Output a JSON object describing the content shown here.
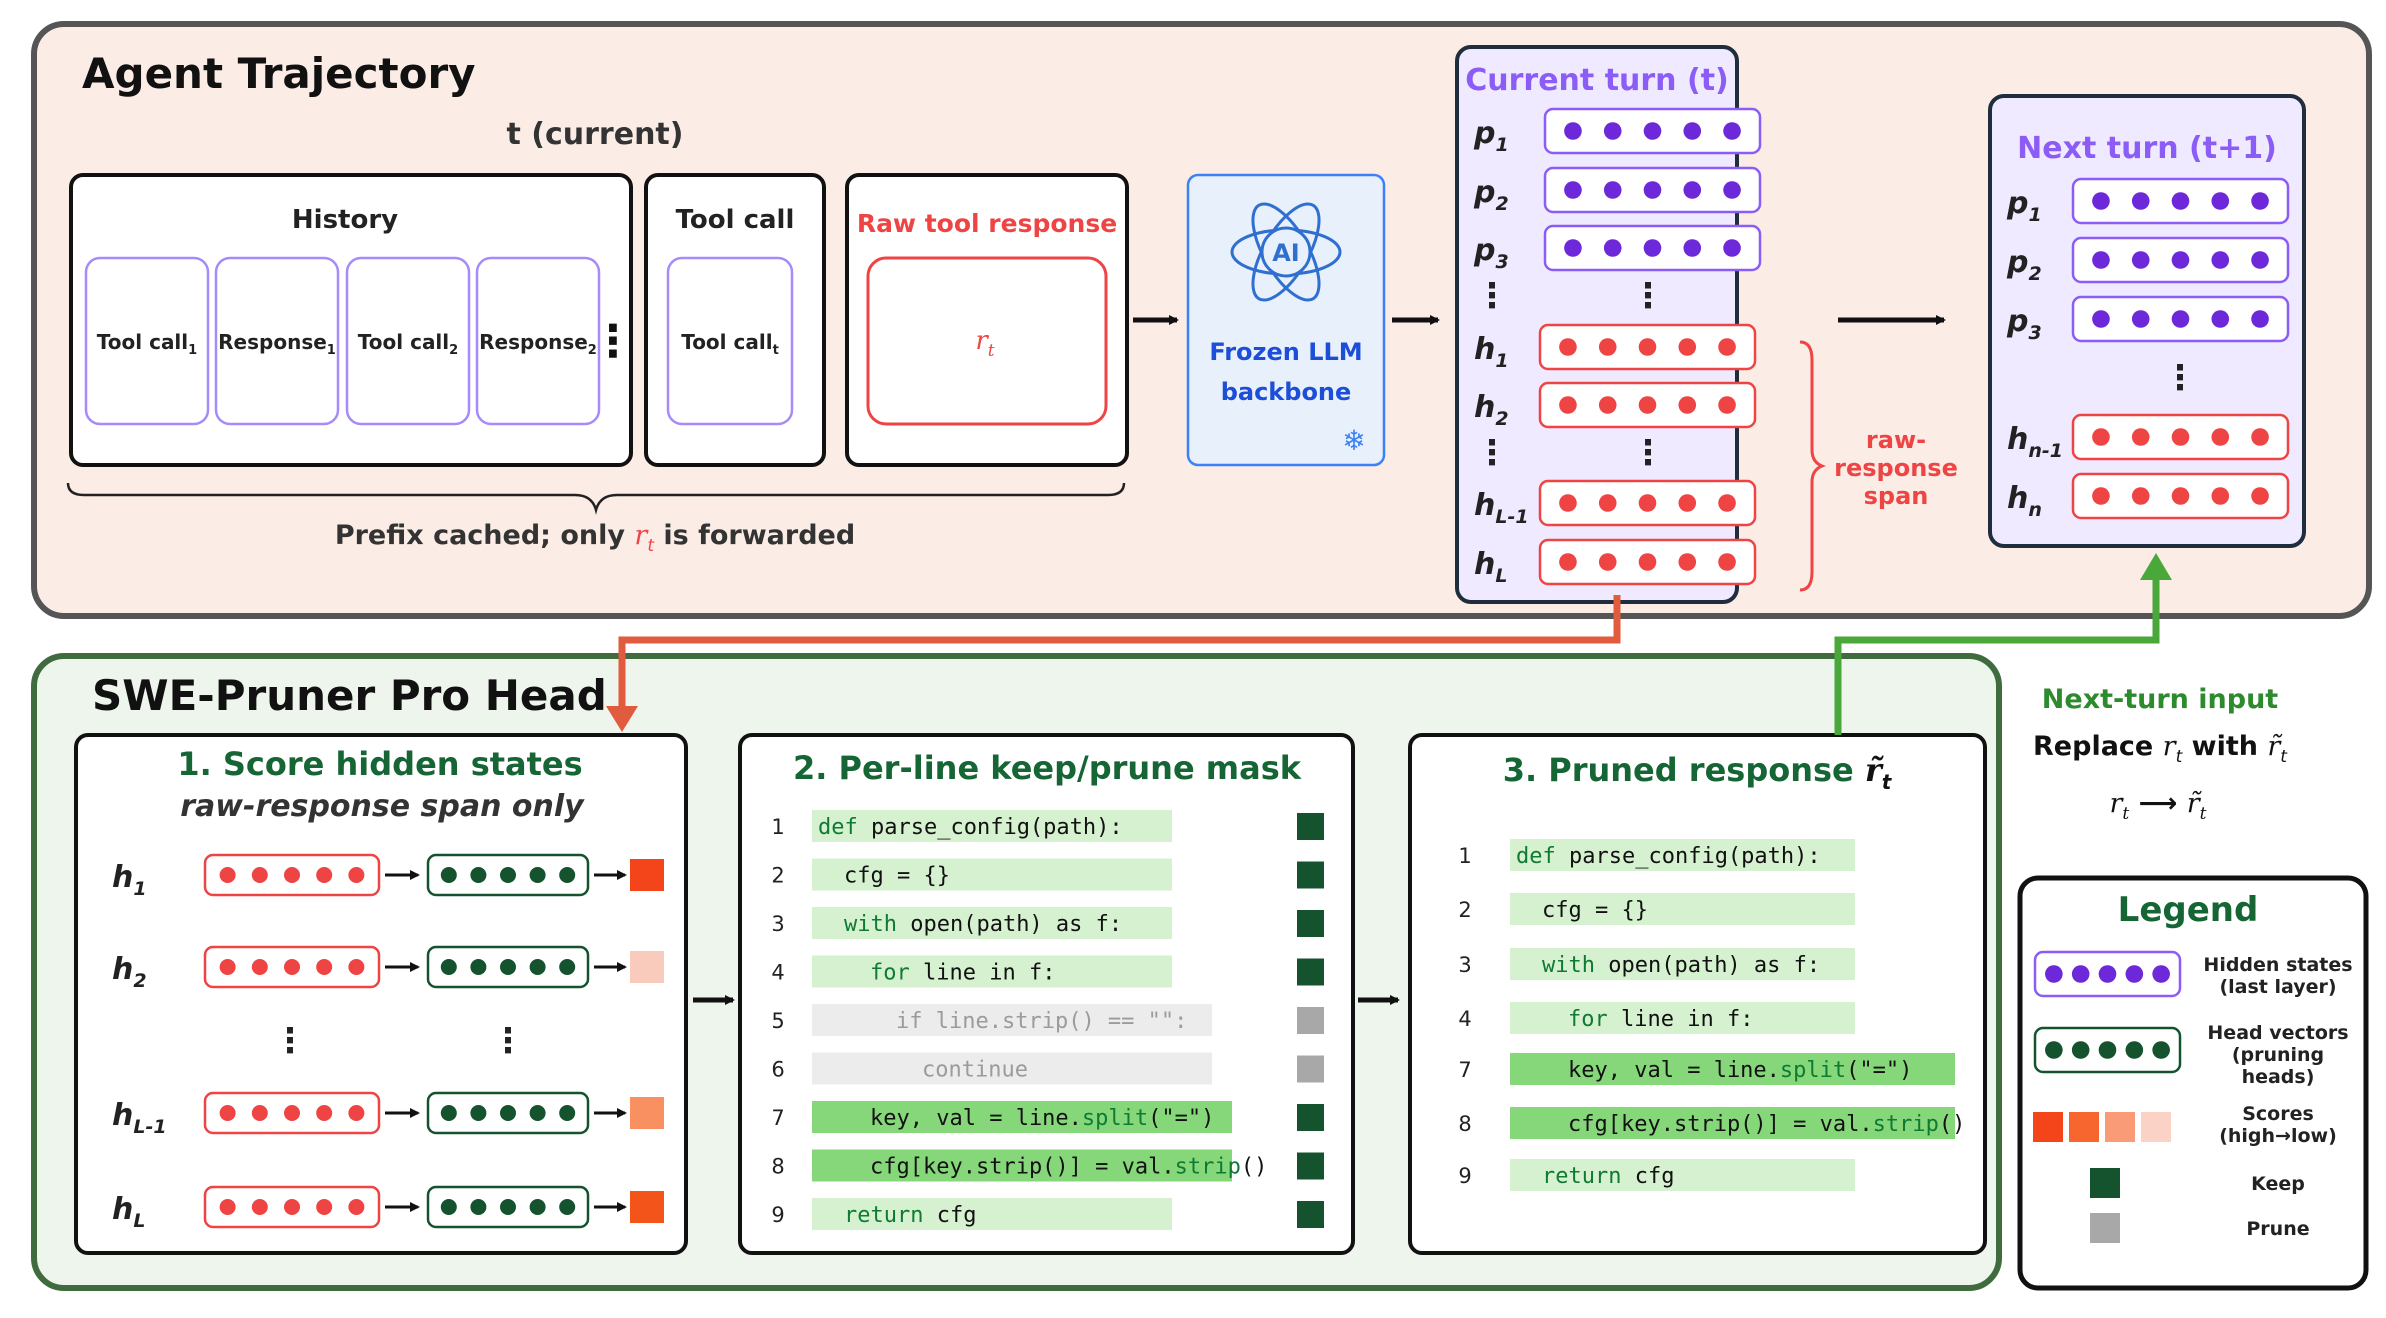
{
  "colors": {
    "purple": "#8b5cf6",
    "red": "#ef4444",
    "green": "#166534",
    "peach_bg": "#fbece6",
    "green_bg": "#eef5ec",
    "keep": "#14532d",
    "prune": "#a8a8a8"
  },
  "top": {
    "title": "Agent Trajectory",
    "t_label": "t (current)",
    "history": {
      "title": "History",
      "items": [
        {
          "base": "Tool call",
          "sub": "1"
        },
        {
          "base": "Response",
          "sub": "1"
        },
        {
          "base": "Tool call",
          "sub": "2"
        },
        {
          "base": "Response",
          "sub": "2"
        }
      ]
    },
    "tool_call": {
      "title": "Tool call",
      "item_base": "Tool call",
      "item_sub": "t"
    },
    "raw": {
      "title": "Raw tool response",
      "symbol": "r",
      "sub": "t"
    },
    "prefix": {
      "pre": "Prefix cached; only ",
      "symbol": "r",
      "sub": "t",
      "post": " is forwarded"
    },
    "llm": {
      "line1": "Frozen LLM",
      "line2": "backbone",
      "badge": "AI"
    },
    "current": {
      "title": "Current turn (t)",
      "rows": [
        {
          "base": "p",
          "sub": "1",
          "kind": "p"
        },
        {
          "base": "p",
          "sub": "2",
          "kind": "p"
        },
        {
          "base": "p",
          "sub": "3",
          "kind": "p"
        },
        {
          "base": "⋮",
          "sub": "",
          "kind": "dots"
        },
        {
          "base": "h",
          "sub": "1",
          "kind": "h"
        },
        {
          "base": "h",
          "sub": "2",
          "kind": "h"
        },
        {
          "base": "⋮",
          "sub": "",
          "kind": "dots"
        },
        {
          "base": "h",
          "sub": "L-1",
          "kind": "h"
        },
        {
          "base": "h",
          "sub": "L",
          "kind": "h"
        }
      ],
      "span_label": [
        "raw-",
        "response",
        "span"
      ]
    },
    "next": {
      "title": "Next turn (t+1)",
      "rows": [
        {
          "base": "p",
          "sub": "1",
          "kind": "p"
        },
        {
          "base": "p",
          "sub": "2",
          "kind": "p"
        },
        {
          "base": "p",
          "sub": "3",
          "kind": "p"
        },
        {
          "base": "⋮",
          "sub": "",
          "kind": "dots"
        },
        {
          "base": "h",
          "sub": "n-1",
          "kind": "h"
        },
        {
          "base": "h",
          "sub": "n",
          "kind": "h"
        }
      ]
    }
  },
  "bottom": {
    "title": "SWE-Pruner Pro Head",
    "panel1": {
      "title": "1. Score hidden states",
      "subtitle": "raw-response span only",
      "rows": [
        {
          "base": "h",
          "sub": "1",
          "score_color": "#f3441a"
        },
        {
          "base": "h",
          "sub": "2",
          "score_color": "#f9cbbd"
        },
        {
          "base": "⋮",
          "sub": "",
          "score_color": ""
        },
        {
          "base": "h",
          "sub": "L-1",
          "score_color": "#f99062"
        },
        {
          "base": "h",
          "sub": "L",
          "score_color": "#f3541a"
        }
      ]
    },
    "panel2": {
      "title": "2. Per-line keep/prune mask",
      "lines": [
        {
          "n": "1",
          "kw": "def",
          "rest": " parse_config(path):",
          "mid": "",
          "tail": "",
          "indent": 0,
          "state": "keep",
          "strong": false
        },
        {
          "n": "2",
          "kw": "",
          "rest": "cfg = {}",
          "mid": "",
          "tail": "",
          "indent": 1,
          "state": "keep",
          "strong": false
        },
        {
          "n": "3",
          "kw": "with",
          "rest": " open(path) as f:",
          "mid": "",
          "tail": "",
          "indent": 1,
          "state": "keep",
          "strong": false
        },
        {
          "n": "4",
          "kw": "for",
          "rest": " line in f:",
          "mid": "",
          "tail": "",
          "indent": 2,
          "state": "keep",
          "strong": false
        },
        {
          "n": "5",
          "kw": "if",
          "rest": " line.strip() == \"\":",
          "mid": "",
          "tail": "",
          "indent": 3,
          "state": "prune",
          "strong": false
        },
        {
          "n": "6",
          "kw": "",
          "rest": "continue",
          "mid": "",
          "tail": "",
          "indent": 4,
          "state": "prune",
          "strong": false
        },
        {
          "n": "7",
          "kw": "",
          "rest": "key, val = line.",
          "mid": "split",
          "tail": "(\"=\")",
          "indent": 2,
          "state": "keep",
          "strong": true
        },
        {
          "n": "8",
          "kw": "",
          "rest": "cfg[key.strip()] = val.",
          "mid": "strip",
          "tail": "()",
          "indent": 2,
          "state": "keep",
          "strong": true
        },
        {
          "n": "9",
          "kw": "return",
          "rest": " cfg",
          "mid": "",
          "tail": "",
          "indent": 1,
          "state": "keep",
          "strong": false
        }
      ]
    },
    "panel3": {
      "title": "3. Pruned response",
      "symbol": "r̃",
      "sub": "t",
      "lines": [
        {
          "n": "1",
          "kw": "def",
          "rest": " parse_config(path):",
          "mid": "",
          "tail": "",
          "indent": 0,
          "strong": false
        },
        {
          "n": "2",
          "kw": "",
          "rest": "cfg = {}",
          "mid": "",
          "tail": "",
          "indent": 1,
          "strong": false
        },
        {
          "n": "3",
          "kw": "with",
          "rest": " open(path) as f:",
          "mid": "",
          "tail": "",
          "indent": 1,
          "strong": false
        },
        {
          "n": "4",
          "kw": "for",
          "rest": " line in f:",
          "mid": "",
          "tail": "",
          "indent": 2,
          "strong": false
        },
        {
          "n": "7",
          "kw": "",
          "rest": "key, val = line.",
          "mid": "split",
          "tail": "(\"=\")",
          "indent": 2,
          "strong": true
        },
        {
          "n": "8",
          "kw": "",
          "rest": "cfg[key.strip()] = val.",
          "mid": "strip",
          "tail": "()",
          "indent": 2,
          "strong": true
        },
        {
          "n": "9",
          "kw": "return",
          "rest": " cfg",
          "mid": "",
          "tail": "",
          "indent": 1,
          "strong": false
        }
      ]
    },
    "next_input": {
      "title": "Next-turn input",
      "replace_pre": "Replace ",
      "replace_mid": " with ",
      "r": "r",
      "rt": "r̃",
      "sub": "t",
      "arrow": "⟶"
    },
    "legend": {
      "title": "Legend",
      "items": [
        {
          "key": "hidden",
          "lines": [
            "Hidden states",
            "(last layer)"
          ]
        },
        {
          "key": "head",
          "lines": [
            "Head vectors",
            "(pruning",
            "heads)"
          ]
        },
        {
          "key": "scores",
          "lines": [
            "Scores",
            "(high→low)"
          ],
          "colors": [
            "#f3441a",
            "#f7662f",
            "#f99b77",
            "#fad3c6"
          ]
        },
        {
          "key": "keep",
          "lines": [
            "Keep"
          ]
        },
        {
          "key": "prune",
          "lines": [
            "Prune"
          ]
        }
      ]
    }
  }
}
